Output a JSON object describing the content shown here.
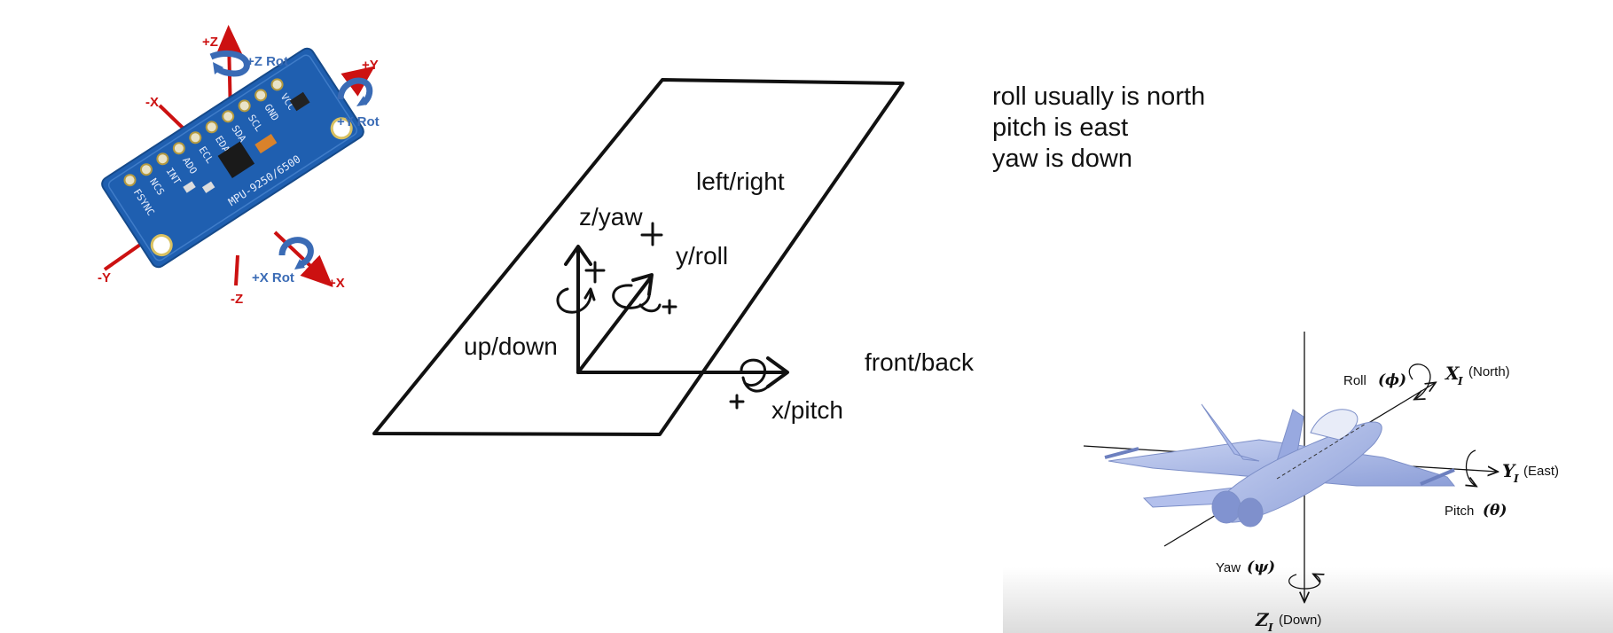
{
  "notes": [
    "roll usually is north",
    "pitch is east",
    "yaw is down"
  ],
  "sketch": {
    "z_label": "z/yaw",
    "y_label": "y/roll",
    "x_label": "x/pitch",
    "left_right": "left/right",
    "up_down": "up/down",
    "front_back": "front/back",
    "plus": "+"
  },
  "sensor": {
    "axes": {
      "pz": "+Z",
      "pz_rot": "+Z Rot",
      "py": "+Y",
      "py_rot": "+Y Rot",
      "nx": "-X",
      "ny": "-Y",
      "nz": "-Z",
      "px": "+X",
      "px_rot": "+X Rot"
    },
    "part_number": "MPU-9250/6500",
    "pins": [
      "VCC",
      "GND",
      "SCL",
      "SDA",
      "EDA",
      "ECL",
      "ADO",
      "INT",
      "NCS",
      "FSYNC"
    ],
    "colors": {
      "axis_red": "#cc1111",
      "rot_blue": "#3a6bb5",
      "board_blue": "#1f5fb0"
    }
  },
  "aircraft": {
    "roll_label": "Roll",
    "roll_sym": "(ϕ)",
    "x_sym": "X",
    "x_sub": "I",
    "x_dir": "(North)",
    "pitch_label": "Pitch",
    "pitch_sym": "(θ)",
    "y_sym": "Y",
    "y_sub": "I",
    "y_dir": "(East)",
    "yaw_label": "Yaw",
    "yaw_sym": "(ψ)",
    "z_sym": "Z",
    "z_sub": "I",
    "z_dir": "(Down)",
    "plane_color": "#a9b8e6"
  }
}
